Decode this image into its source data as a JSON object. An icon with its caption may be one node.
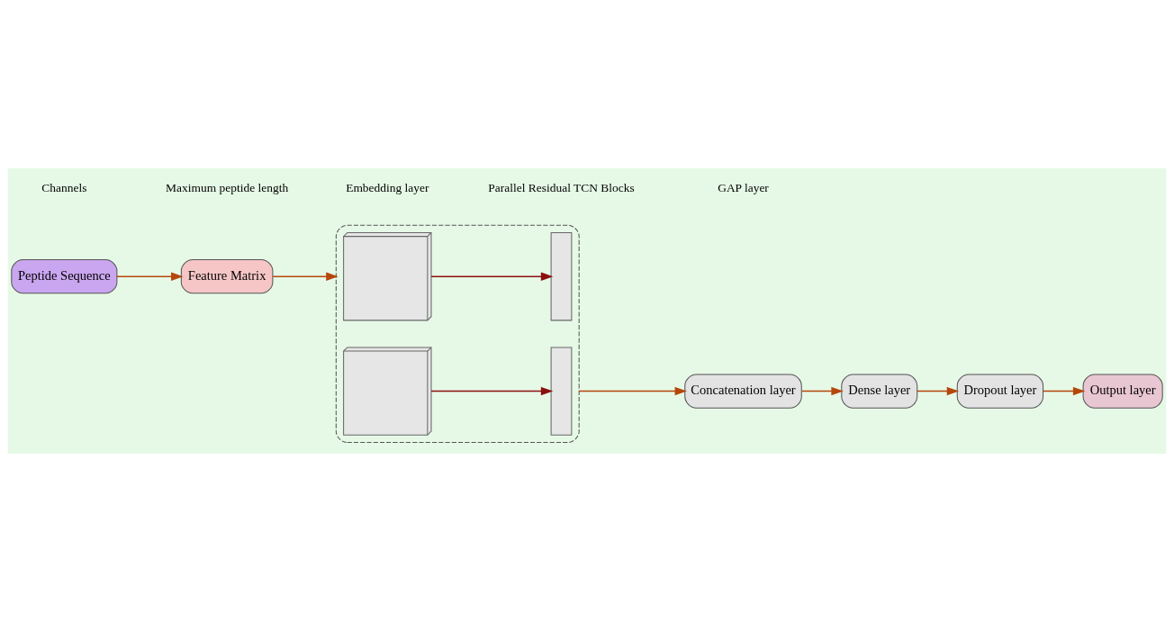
{
  "diagram": {
    "nodes": [
      {
        "text": [
          "Peptide Sequence"
        ]
      },
      {
        "text": [
          "Feature Matrix"
        ]
      },
      {
        "text": [],
        "shape": "box"
      },
      {
        "text": [],
        "shape": "picture",
        "in": 2
      },
      {
        "text": [],
        "shape": "bar",
        "in": 2
      },
      {
        "text": [],
        "shape": "picture",
        "in": 2
      },
      {
        "text": [],
        "shape": "bar",
        "in": 2
      },
      {
        "text": [
          "Concatenation layer"
        ]
      },
      {
        "text": [
          "Dense layer"
        ]
      },
      {
        "text": [
          "Dropout layer"
        ]
      },
      {
        "text": [
          "Output layer"
        ]
      }
    ],
    "edges": [
      {
        "from": 0,
        "to": 1,
        "arrow": "to"
      },
      {
        "from": 1,
        "to": 2,
        "arrow": "to"
      },
      {
        "from": 3,
        "to": 4,
        "arrow": "to",
        "color": "#8b1010"
      },
      {
        "from": 5,
        "to": 6,
        "arrow": "to",
        "color": "#8b1010"
      },
      {
        "from": 2,
        "to": 7,
        "arrow": "to"
      },
      {
        "from": 7,
        "to": 8,
        "arrow": "to"
      },
      {
        "from": 8,
        "to": 9,
        "arrow": "to"
      },
      {
        "from": 9,
        "to": 10,
        "arrow": "to"
      }
    ],
    "labels": [
      "Channels",
      "Maximum peptide length",
      "Embedding layer",
      "Parallel Residual TCN Blocks",
      "GAP layer"
    ]
  }
}
